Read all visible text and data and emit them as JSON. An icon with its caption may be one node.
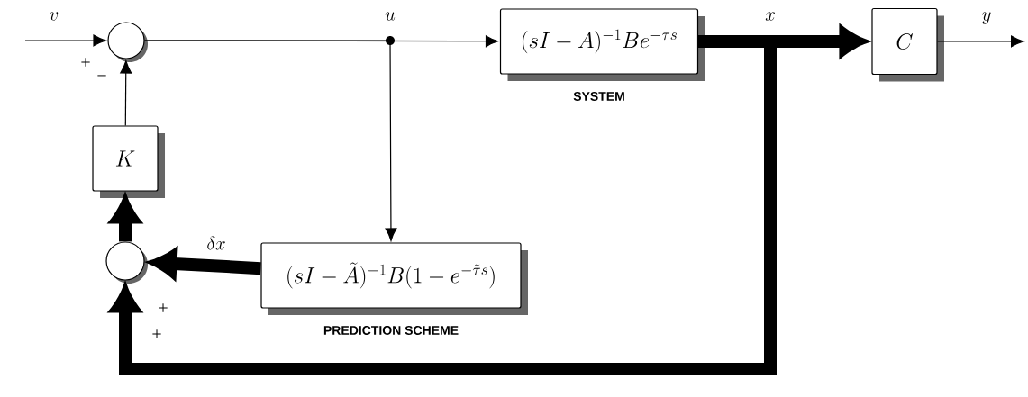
{
  "diagram": {
    "nodes": [
      {
        "text": [],
        "shape": "circle"
      },
      {
        "text": [
          "(sI-A)^{-1}Be^{-\\tau s}"
        ],
        "beside": [
          "SYSTEM"
        ]
      },
      {
        "text": [
          "C"
        ]
      },
      {
        "text": [
          "K"
        ]
      },
      {
        "text": [],
        "shape": "circle"
      },
      {
        "text": [
          "(sI-\\tilde{A})^{-1}B(1-e^{-\\tilde{\\tau} s})"
        ],
        "beside": [
          "PREDICTION SCHEME"
        ]
      }
    ],
    "edges": [
      {
        "from": null,
        "to": 0,
        "arrow": "to",
        "label": "v"
      },
      {
        "from": 0,
        "to": 1,
        "arrow": "to",
        "label": "u"
      },
      {
        "from": 0,
        "to": 5,
        "arrow": "to"
      },
      {
        "from": 1,
        "to": 2,
        "arrow": "to",
        "label": "x",
        "style": "thick"
      },
      {
        "from": 1,
        "to": 4,
        "arrow": "to",
        "style": "thick"
      },
      {
        "from": 2,
        "to": null,
        "arrow": "to",
        "label": "y"
      },
      {
        "from": 5,
        "to": 4,
        "arrow": "to",
        "label": "\\delta x",
        "style": "thick"
      },
      {
        "from": 4,
        "to": 3,
        "arrow": "to",
        "style": "thick"
      },
      {
        "from": 3,
        "to": 0,
        "arrow": "to"
      }
    ],
    "labels": [
      "+",
      "−",
      "+",
      "+"
    ]
  }
}
